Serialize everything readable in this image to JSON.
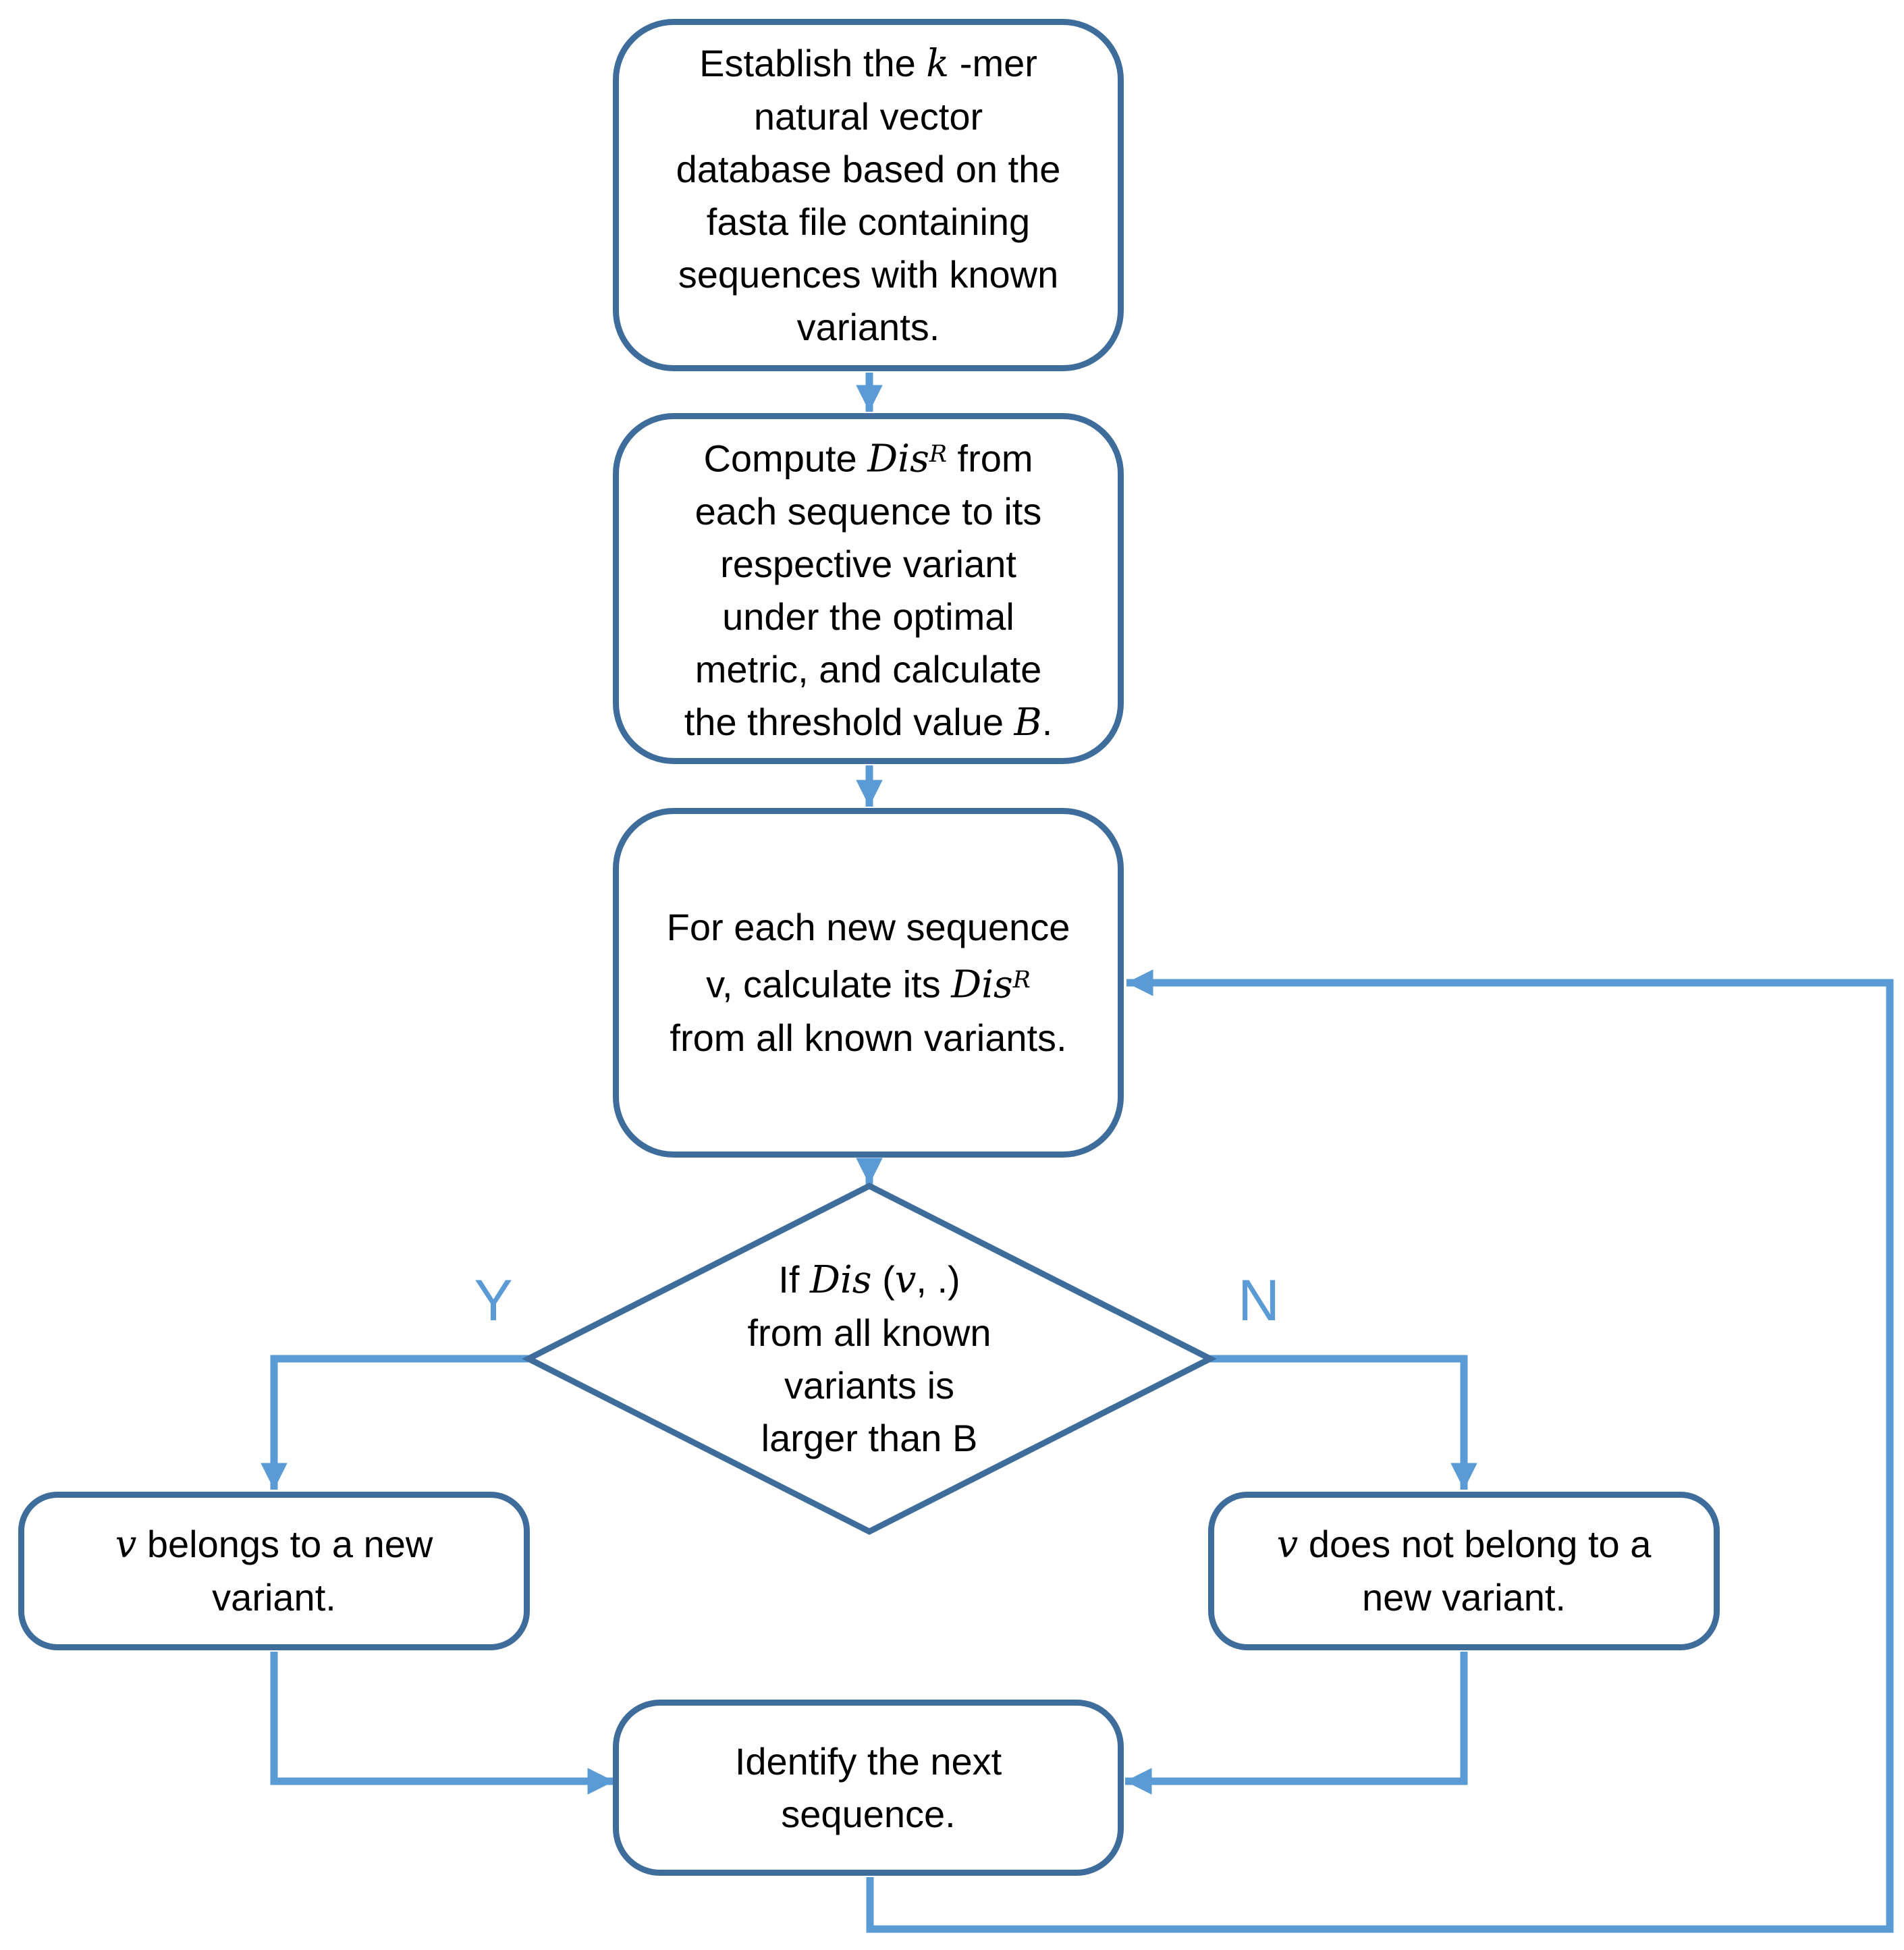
{
  "colors": {
    "node_border": "#3e6d9c",
    "connector": "#5b9bd5",
    "branch_label": "#5b9bd5",
    "text": "#000000",
    "background": "#ffffff"
  },
  "labels": {
    "yes": "Y",
    "no": "N"
  },
  "nodes": {
    "establish": {
      "lines": [
        [
          {
            "t": "Establish the ",
            "s": "p"
          },
          {
            "t": "k",
            "s": "m"
          },
          {
            "t": " -mer",
            "s": "p"
          }
        ],
        [
          {
            "t": "natural vector",
            "s": "p"
          }
        ],
        [
          {
            "t": "database based on the",
            "s": "p"
          }
        ],
        [
          {
            "t": "fasta file containing",
            "s": "p"
          }
        ],
        [
          {
            "t": "sequences with known",
            "s": "p"
          }
        ],
        [
          {
            "t": "variants.",
            "s": "p"
          }
        ]
      ]
    },
    "compute": {
      "lines": [
        [
          {
            "t": "Compute ",
            "s": "p"
          },
          {
            "t": "Dis",
            "s": "m"
          },
          {
            "t": "R",
            "s": "ms"
          },
          {
            "t": " from",
            "s": "p"
          }
        ],
        [
          {
            "t": "each sequence to its",
            "s": "p"
          }
        ],
        [
          {
            "t": "respective variant",
            "s": "p"
          }
        ],
        [
          {
            "t": "under the optimal",
            "s": "p"
          }
        ],
        [
          {
            "t": "metric, and calculate",
            "s": "p"
          }
        ],
        [
          {
            "t": "the threshold value ",
            "s": "p"
          },
          {
            "t": "B",
            "s": "m"
          },
          {
            "t": ".",
            "s": "p"
          }
        ]
      ]
    },
    "new_sequence": {
      "lines": [
        [
          {
            "t": "For each new sequence",
            "s": "p"
          }
        ],
        [
          {
            "t": "v, calculate its ",
            "s": "p"
          },
          {
            "t": "Dis",
            "s": "m"
          },
          {
            "t": "R",
            "s": "ms"
          }
        ],
        [
          {
            "t": "from all known variants.",
            "s": "p"
          }
        ]
      ]
    },
    "decision": {
      "lines": [
        [
          {
            "t": "If ",
            "s": "p"
          },
          {
            "t": "Dis",
            "s": "m"
          },
          {
            "t": " (",
            "s": "p"
          },
          {
            "t": "v",
            "s": "m"
          },
          {
            "t": ", .)",
            "s": "p"
          }
        ],
        [
          {
            "t": "from all known",
            "s": "p"
          }
        ],
        [
          {
            "t": "variants is",
            "s": "p"
          }
        ],
        [
          {
            "t": "larger than B",
            "s": "p"
          }
        ]
      ]
    },
    "new_variant": {
      "lines": [
        [
          {
            "t": "v",
            "s": "m"
          },
          {
            "t": " belongs to a new",
            "s": "p"
          }
        ],
        [
          {
            "t": "variant.",
            "s": "p"
          }
        ]
      ]
    },
    "not_new_variant": {
      "lines": [
        [
          {
            "t": "v",
            "s": "m"
          },
          {
            "t": " does not belong to a",
            "s": "p"
          }
        ],
        [
          {
            "t": "new variant.",
            "s": "p"
          }
        ]
      ]
    },
    "identify_next": {
      "lines": [
        [
          {
            "t": "Identify the next",
            "s": "p"
          }
        ],
        [
          {
            "t": "sequence.",
            "s": "p"
          }
        ]
      ]
    }
  }
}
